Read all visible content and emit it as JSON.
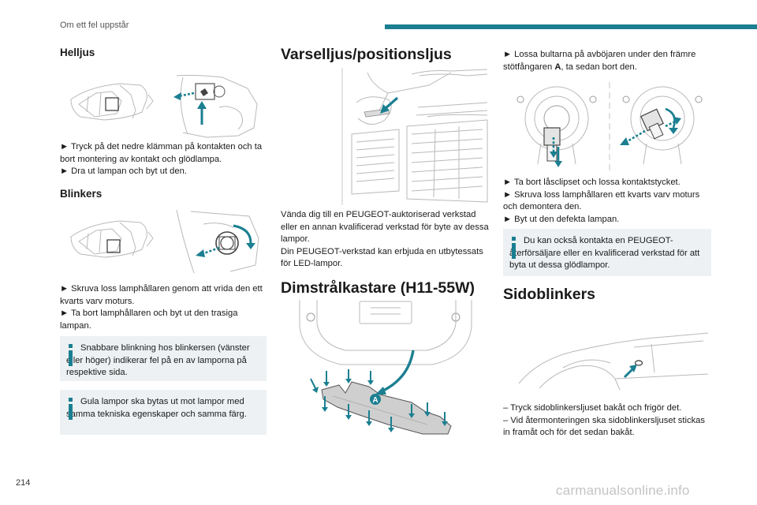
{
  "header": {
    "title": "Om ett fel uppstår"
  },
  "page_number": "214",
  "watermark": "carmanualsonline.info",
  "colors": {
    "accent": "#1b7f91",
    "info_bg": "#edf1f3",
    "arrow": "#1b7f91"
  },
  "col1": {
    "helljus": {
      "heading": "Helljus",
      "step1": "► Tryck på det nedre klämman på kontakten och ta bort montering av kontakt och glödlampa.",
      "step2": "► Dra ut lampan och byt ut den."
    },
    "blinkers": {
      "heading": "Blinkers",
      "step1": "► Skruva loss lamphållaren genom att vrida den ett kvarts varv moturs.",
      "step2": "► Ta bort lamphållaren och byt ut den trasiga lampan."
    },
    "info1": {
      "icon": "info-icon",
      "text": "Snabbare blinkning hos blinkersen (vänster eller höger) indikerar fel på en av lamporna på respektive sida."
    },
    "info2": {
      "icon": "info-icon",
      "text": "Gula lampor ska bytas ut mot lampor med samma tekniska egenskaper och samma färg."
    }
  },
  "col2": {
    "varselljus": {
      "heading": "Varselljus/positionsljus",
      "text1": "Vända dig till en PEUGEOT-auktoriserad verkstad eller en annan kvalificerad verkstad för byte av dessa lampor.",
      "text2": "Din PEUGEOT-verkstad kan erbjuda en utbytessats för LED-lampor."
    },
    "dimstralkastare": {
      "heading": "Dimstrålkastare (H11-55W)",
      "label_a": "A"
    }
  },
  "col3": {
    "step_a_pre": "► Lossa bultarna på avböjaren under den främre stötfångaren ",
    "step_a_bold": "A",
    "step_a_post": ", ta sedan bort den.",
    "step2": "► Ta bort låsclipset och lossa kontaktstycket.",
    "step3": "► Skruva loss lamphållaren ett kvarts varv moturs och demontera den.",
    "step4": "► Byt ut den defekta lampan.",
    "info": {
      "icon": "info-icon",
      "text": "Du kan också kontakta en PEUGEOT-återförsäljare eller en kvalificerad verkstad för att byta ut dessa glödlampor."
    },
    "sidoblinkers": {
      "heading": "Sidoblinkers",
      "step1": "–  Tryck sidoblinkersljuset bakåt och frigör det.",
      "step2": "–  Vid återmonteringen ska sidoblinkersljuset stickas in framåt och för det sedan bakåt."
    }
  }
}
